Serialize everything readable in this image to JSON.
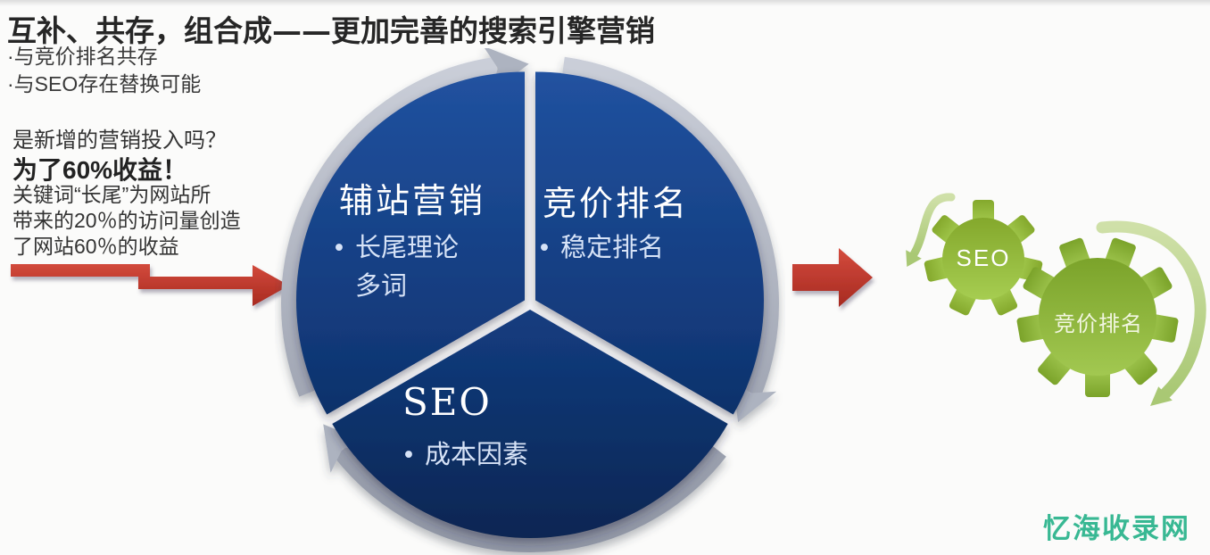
{
  "header": {
    "title": "互补、共存，组合成——更加完善的搜索引擎营销",
    "bullets": [
      "·与竞价排名共存",
      "·与SEO存在替换可能"
    ]
  },
  "left_note": {
    "question": "是新增的营销投入吗？",
    "highlight": "为了60%收益！",
    "body": "关键词“长尾”为网站所\n带来的20％的访问量创造\n了网站60％的收益"
  },
  "cycle": {
    "bullet_glyph": "•",
    "segments": [
      {
        "title": "辅站营销",
        "bullet": "长尾理论\n多词"
      },
      {
        "title": "竞价排名",
        "bullet": "稳定排名"
      },
      {
        "title": "SEO",
        "bullet": "成本因素"
      }
    ]
  },
  "gears": {
    "small_label": "SEO",
    "large_label": "竞价排名"
  },
  "watermark": {
    "text": "忆海收录网"
  },
  "colors": {
    "wedge_top": "#2152a0",
    "wedge_bottom": "#0a2551",
    "ring_silver": "#b7bdc9",
    "red_arrow": "#c0392b",
    "gear_green_light": "#a4cc4f",
    "gear_green_dark": "#7ba32a",
    "green_arrow": "#bdd691",
    "watermark_green": "#38b893"
  }
}
